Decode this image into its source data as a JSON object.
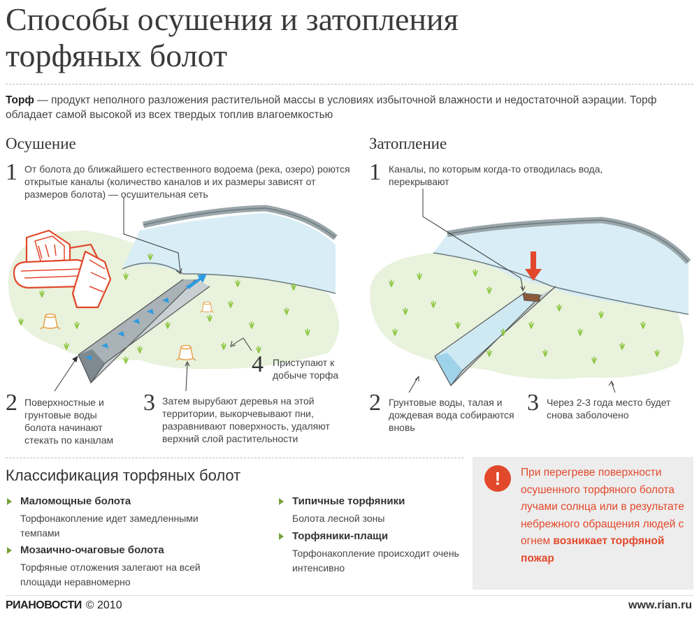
{
  "header": {
    "title_line1": "Способы осушения и затопления",
    "title_line2": "торфяных болот"
  },
  "intro": {
    "term": "Торф",
    "text": " — продукт неполного разложения растительной массы в условиях избыточной влажности и недостаточной аэрации. Торф обладает самой высокой из всех твердых топлив влагоемкостью"
  },
  "drainage": {
    "heading": "Осушение",
    "steps": [
      {
        "num": "1",
        "text": "От болота до ближайшего естественного водоема (река, озеро) роются открытые каналы (количество каналов и их размеры зависят от размеров болота) — осушительная сеть"
      },
      {
        "num": "2",
        "text": "Поверхностные и грунтовые воды болота начинают стекать по каналам"
      },
      {
        "num": "3",
        "text": "Затем вырубают деревья на этой территории, выкорчевывают пни, разравнивают поверхность, удаляют верхний слой растительности"
      },
      {
        "num": "4",
        "text": "Приступают к добыче торфа"
      }
    ]
  },
  "flooding": {
    "heading": "Затопление",
    "steps": [
      {
        "num": "1",
        "text": "Каналы, по которым когда-то отводилась вода, перекрывают"
      },
      {
        "num": "2",
        "text": "Грунтовые воды, талая и дождевая вода собираются вновь"
      },
      {
        "num": "3",
        "text": "Через 2-3 года место будет снова заболочено"
      }
    ]
  },
  "classification": {
    "heading": "Классификация торфяных болот",
    "items": [
      {
        "name": "Маломощные болота",
        "desc": "Торфонакопление идет замедленными темпами"
      },
      {
        "name": "Мозаично-очаговые болота",
        "desc": "Торфяные отложения залегают на всей площади неравномерно"
      },
      {
        "name": "Типичные торфяники",
        "desc": "Болота лесной зоны"
      },
      {
        "name": "Торфяники-плащи",
        "desc": "Торфонакопление происходит очень интенсивно"
      }
    ]
  },
  "warning": {
    "icon": "!",
    "text": "При перегреве поверхности осушенного торфяного болота лучами солнца или в результате небрежного обращения людей с огнем ",
    "emphasis": "возникает торфяной пожар"
  },
  "footer": {
    "logo_bold": "РИА",
    "logo_rest": "НОВОСТИ",
    "copyright": "© 2010",
    "url": "www.rian.ru"
  },
  "colors": {
    "water": "#d8edf5",
    "water_edge": "#6b7a80",
    "ground": "#e8f2dc",
    "grass": "#8cc63f",
    "arrow_blue": "#2f9be0",
    "bulldozer": "#e2482b",
    "dam": "#8a5a3a",
    "dam_arrow": "#e2482b",
    "accent_green": "#77a33a",
    "warning": "#e2482b"
  }
}
